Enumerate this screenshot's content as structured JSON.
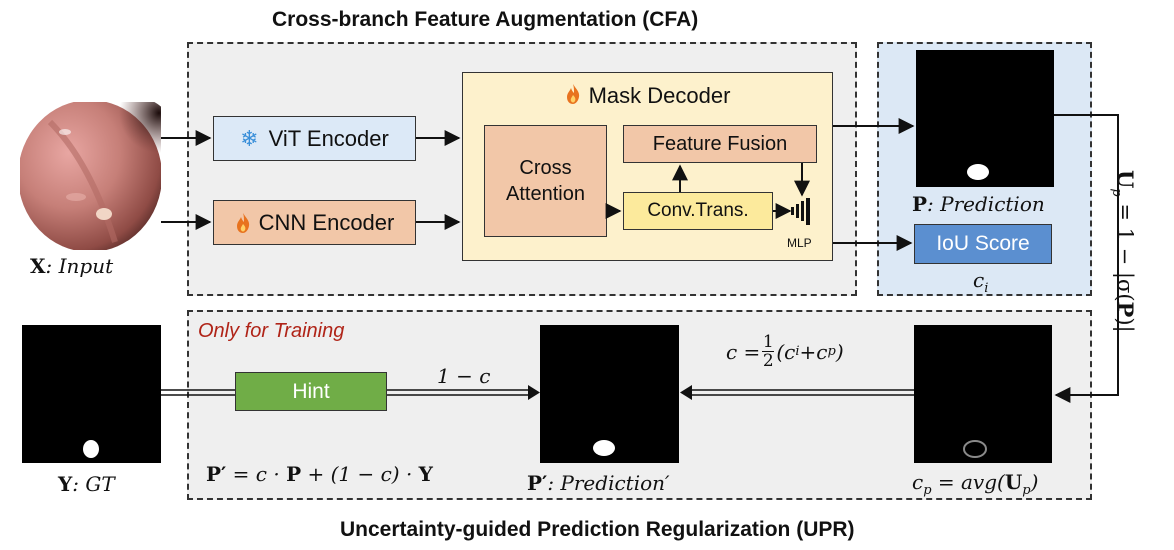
{
  "titles": {
    "cfa": "Cross-branch Feature Augmentation (CFA)",
    "upr": "Uncertainty-guided Prediction Regularization (UPR)"
  },
  "blocks": {
    "vit_encoder": "ViT Encoder",
    "cnn_encoder": "CNN Encoder",
    "mask_decoder": "Mask Decoder",
    "cross_attention_line1": "Cross",
    "cross_attention_line2": "Attention",
    "feature_fusion": "Feature Fusion",
    "conv_trans": "Conv.Trans.",
    "mlp": "MLP",
    "iou_score": "IoU Score",
    "hint": "Hint"
  },
  "labels": {
    "input_sym": "X",
    "input_text": ": Input",
    "prediction_sym": "P",
    "prediction_text": ": Prediction",
    "ci": "c",
    "ci_sub": "i",
    "gt_sym": "Y",
    "gt_text": ": GT",
    "prediction_prime_sym": "P′",
    "prediction_prime_text": ": Prediction′",
    "cp_formula_left": "c",
    "cp_formula_sub": "p",
    "cp_formula_right": " = avg(",
    "cp_formula_U": "U",
    "cp_formula_Usub": "p",
    "cp_formula_close": ")",
    "one_minus_c": "1 − c",
    "c_eq": "c = ",
    "frac_num": "1",
    "frac_den": "2",
    "c_eq_tail": "(c",
    "c_eq_tail_i": "i",
    "c_eq_plus": "+c",
    "c_eq_plus_p": "p",
    "c_eq_close": ")",
    "pprime_formula": "= c · ",
    "pprime_formula_mid": " + (1 − c) · ",
    "only_training": "Only for Training",
    "up_formula": "U",
    "up_formula_sub": "p",
    "up_formula_rest": " = 1 − |σ(",
    "up_formula_P": "P",
    "up_formula_close": ")|"
  },
  "icons": {
    "vit": "snowflake-icon",
    "cnn": "flame-icon",
    "decoder": "flame-icon",
    "mlp": "mlp-bars-icon"
  },
  "colors": {
    "vit_fill": "#dce9f7",
    "cnn_fill": "#f2c7a8",
    "decoder_fill": "#fdf1cc",
    "conv_fill": "#fcea9c",
    "iou_fill": "#5b8fd0",
    "hint_fill": "#70ad47",
    "pred_panel": "#dce8f5",
    "training_text": "#b02418"
  }
}
